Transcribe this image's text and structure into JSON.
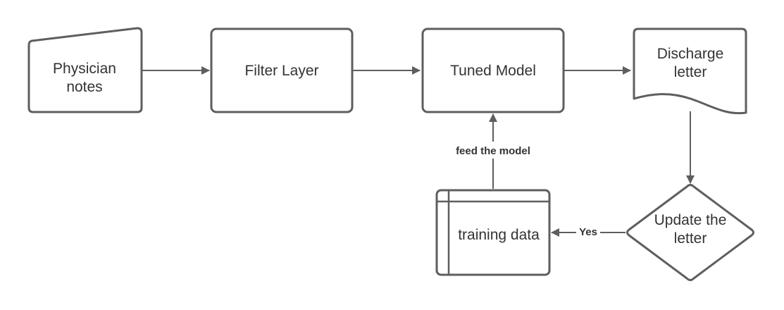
{
  "nodes": {
    "physician_notes": {
      "line1": "Physician",
      "line2": "notes"
    },
    "filter_layer": {
      "label": "Filter Layer"
    },
    "tuned_model": {
      "label": "Tuned Model"
    },
    "discharge_letter": {
      "line1": "Discharge",
      "line2": "letter"
    },
    "update_letter": {
      "line1": "Update the",
      "line2": "letter"
    },
    "training_data": {
      "label": "training data"
    }
  },
  "edges": {
    "feed_model_label": "feed the model",
    "yes_label": "Yes"
  },
  "colors": {
    "stroke": "#5e5e5e",
    "text": "#333333",
    "background": "#ffffff"
  }
}
